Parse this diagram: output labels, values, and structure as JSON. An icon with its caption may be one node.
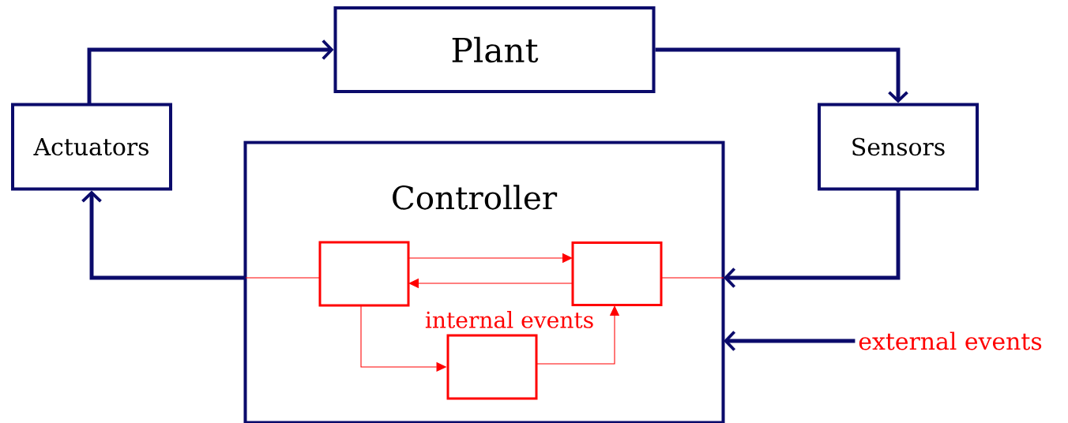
{
  "diagram": {
    "nodes": [
      {
        "text": [
          "Plant"
        ]
      },
      {
        "text": [
          "Actuators"
        ]
      },
      {
        "text": [
          "Sensors"
        ]
      },
      {
        "text": [
          "Controller"
        ]
      },
      {
        "text": [],
        "shape": "box",
        "in": 3
      },
      {
        "text": [],
        "shape": "box",
        "in": 3
      },
      {
        "text": [],
        "shape": "box",
        "in": 3
      },
      {
        "text": [
          "external events"
        ]
      }
    ],
    "edges": [
      {
        "from": 1,
        "to": 0,
        "arrow": "to",
        "style": "thick",
        "color": "#0b0b6b"
      },
      {
        "from": 0,
        "to": 2,
        "arrow": "to",
        "style": "thick",
        "color": "#0b0b6b"
      },
      {
        "from": 2,
        "to": 3,
        "arrow": "to",
        "style": "thick",
        "color": "#0b0b6b"
      },
      {
        "from": 3,
        "to": 1,
        "arrow": "to",
        "style": "thick",
        "color": "#0b0b6b"
      },
      {
        "from": 4,
        "to": 5,
        "arrow": "to"
      },
      {
        "from": 5,
        "to": 4,
        "arrow": "to"
      },
      {
        "from": 4,
        "to": 6,
        "arrow": "to"
      },
      {
        "from": 6,
        "to": 5,
        "arrow": "to"
      },
      {
        "from": 7,
        "to": 3,
        "arrow": "to",
        "style": "thick",
        "color": "#0b0b6b"
      },
      {
        "from": 3,
        "to": 4,
        "arrow": "none"
      },
      {
        "from": 5,
        "to": 3,
        "arrow": "none"
      }
    ],
    "labels": [
      "internal events"
    ]
  }
}
